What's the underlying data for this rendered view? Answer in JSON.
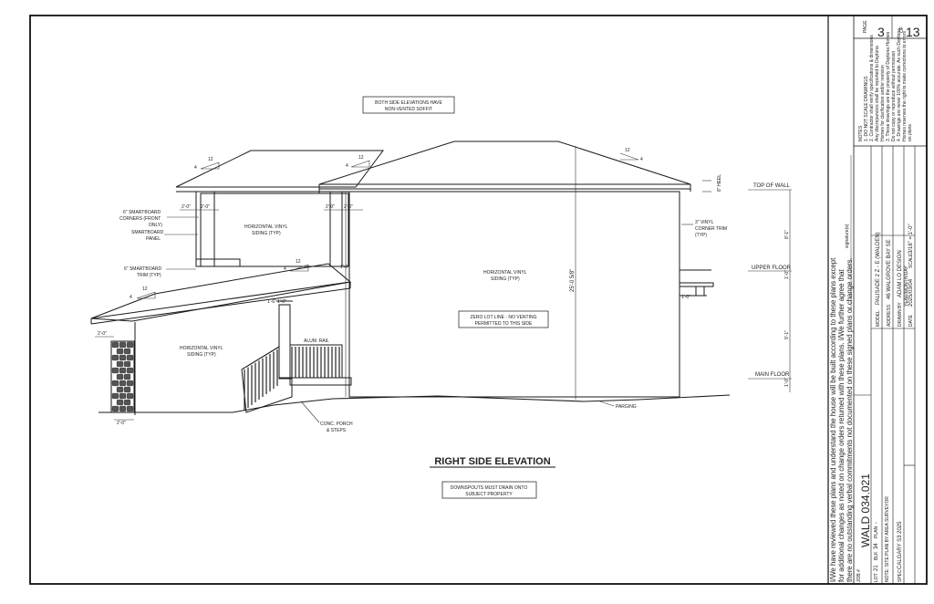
{
  "drawing": {
    "title": "RIGHT SIDE ELEVATION",
    "notes": {
      "soffit": [
        "BOTH SIDE ELEVATIONS HAVE",
        "NON-VENTED SOFFIT"
      ],
      "zero_lot": [
        "ZERO LOT LINE - NO VENTING",
        "PERMITTED TO THIS SIDE"
      ],
      "downspouts": [
        "DOWNSPOUTS MUST DRAIN ONTO",
        "SUBJECT PROPERTY"
      ]
    },
    "labels": {
      "smartboard_corners": [
        "6\" SMARTBOARD",
        "CORNERS (FRONT",
        "ONLY)"
      ],
      "smartboard_panel": [
        "SMARTBOARD",
        "PANEL"
      ],
      "smartboard_trim": [
        "6\" SMARTBOARD",
        "TRIM (TYP)"
      ],
      "siding_upper": [
        "HORIZONTAL VINYL",
        "SIDING (TYP)"
      ],
      "siding_main": [
        "HORIZONTAL VINYL",
        "SIDING (TYP)"
      ],
      "siding_lower": [
        "HORIZONTAL VINYL",
        "SIDING (TYP)"
      ],
      "vinyl_corner": [
        "3\" VINYL",
        "CORNER TRIM",
        "(TYP)"
      ],
      "alum_rail": "ALUM. RAIL",
      "porch": [
        "CONC. PORCH",
        "& STEPS"
      ],
      "parging": "PARGING",
      "heel": "8\" HEEL",
      "height": "25'-0 5/8\"",
      "pitch_rise": "4",
      "pitch_run": "12"
    },
    "levels": {
      "top_of_wall": "TOP OF WALL",
      "upper_floor": "UPPER FLOOR",
      "main_floor": "MAIN FLOOR",
      "upper_height": "8'-1\"",
      "main_height": "9'-1\"",
      "joist": "1'-0\""
    },
    "dims": {
      "two_ft": "2'-0\"",
      "one_ft": "1'-0\"",
      "post_a": "1'-6\"",
      "post_b": "1'-0\""
    }
  },
  "title_block": {
    "signature_label": "signature(s)",
    "disclaimer": [
      "I/We have reviewed these plans and understand the house will be built according to these plans except",
      "for additional changes as noted on change orders returned with these plans. I/We further agree that",
      "there are no outstanding verbal commitments not documented on these signed plans or change orders."
    ],
    "page_label": "PAGE",
    "page": "3",
    "of_label": "OF",
    "total_pages": "13",
    "notes_title": "NOTES",
    "notes": [
      "1. DO NOT SCALE DRAWINGS",
      "2. Contractor shall verify specifications & dimensions",
      "   Any discrepancies shall be reported to Daytona",
      "   Homes for clarification and/or revision",
      "3. These drawings are the property of Daytona Homes",
      "   Do not copy or reproduce without permission",
      "4. Drawings are never 100% accurate. As such Daytona",
      "   Homes reserves the right to make corrections to errors",
      "   on plans"
    ],
    "job_label": "JOB #",
    "job": "WALD 034.021",
    "lot_label": "LOT",
    "lot": "21",
    "blk_label": "BLK",
    "blk": "34",
    "plan_label": "PLAN",
    "plan": "-",
    "site_note": "NOTE: SITE PLAN BY AREA SURVEYOR",
    "spec_label": "SPEC",
    "spec": "CALGARY S3 2025",
    "model_label": "MODEL",
    "model": "PALISADE 2 Z - E (WALDEN)",
    "address_label": "ADDRESS",
    "address": "46 WALGROVE BAY SE",
    "drawn_label": "DRAWN BY",
    "drawn": "ADAM LO DESIGN",
    "date_label": "DATE",
    "date_format": "YEAR/MONTH/DAY",
    "date": "2025/03/04",
    "scale_label": "SCALE",
    "scale": "3/16\" = 1'-0\""
  }
}
